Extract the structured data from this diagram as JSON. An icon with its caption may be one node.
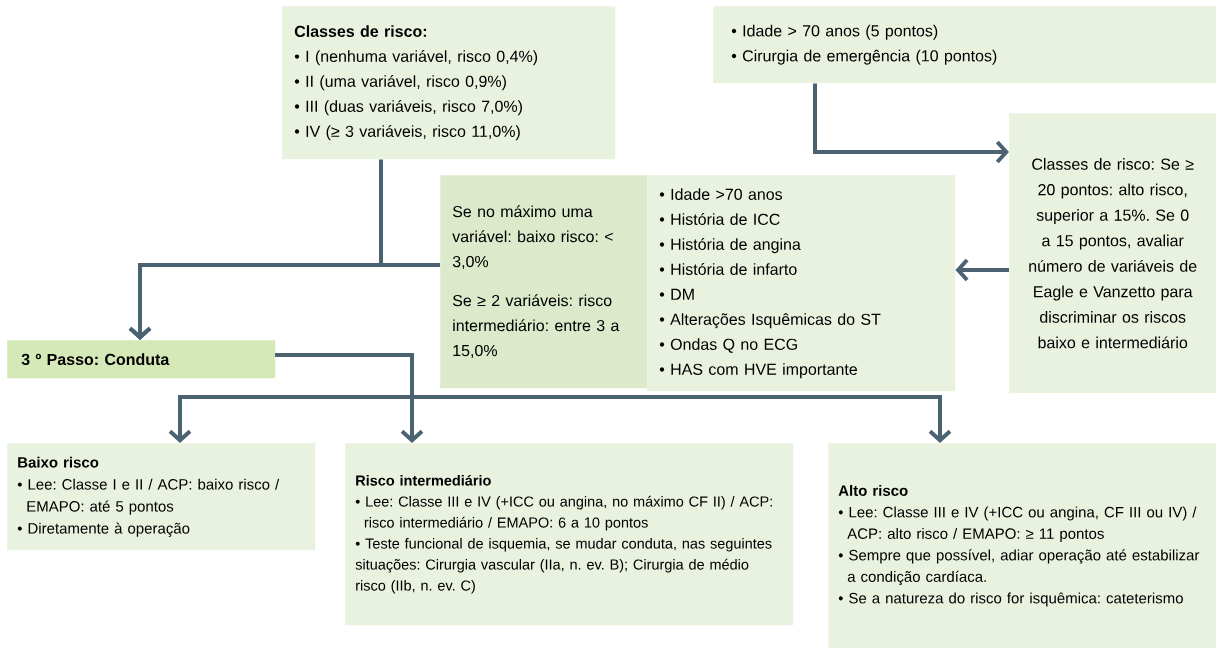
{
  "diagram": {
    "nodes": [
      {
        "text": [
          "Classes de risco:",
          "• I (nenhuma variável, risco 0,4%)",
          "• II (uma variável, risco 0,9%)",
          "• III (duas variáveis, risco 7,0%)",
          "• IV (≥ 3 variáveis, risco 11,0%)"
        ]
      },
      {
        "text": [
          "• Idade > 70 anos (5 pontos)",
          "• Cirurgia de emergência (10 pontos)"
        ]
      },
      {
        "text": [
          "Classes de risco: Se ≥ 20 pontos: alto risco, superior a 15%. Se 0 a 15 pontos, avaliar número de variáveis de Eagle e Vanzetto para discriminar os riscos baixo e intermediário"
        ]
      },
      {
        "text": [
          "Se no máximo uma variável: baixo risco: < 3,0%",
          "Se ≥ 2 variáveis: risco intermediário: entre 3 a 15,0%"
        ]
      },
      {
        "text": [
          "• Idade >70 anos",
          "• História de ICC",
          "• História de angina",
          "• História de infarto",
          "• DM",
          "• Alterações Isquêmicas do ST",
          "• Ondas Q no ECG",
          "• HAS com HVE importante"
        ]
      },
      {
        "text": [
          "3 º Passo: Conduta"
        ]
      },
      {
        "text": [
          "Baixo risco",
          "• Lee: Classe I e II / ACP: baixo risco / EMAPO: até 5 pontos",
          "• Diretamente à operação"
        ]
      },
      {
        "text": [
          "Risco intermediário",
          "• Lee: Classe III e IV (+ICC ou angina, no máximo CF II) / ACP: risco intermediário / EMAPO: 6 a 10 pontos",
          "• Teste funcional de isquemia, se mudar conduta, nas seguintes situações: Cirurgia vascular (IIa, n. ev. B); Cirurgia de médio risco (IIb, n. ev. C)"
        ]
      },
      {
        "text": [
          "Alto risco",
          "• Lee: Classe III e IV (+ICC ou angina, CF III ou IV) / ACP: alto risco / EMAPO: ≥ 11 pontos",
          "• Sempre que possível, adiar operação até estabilizar a condição cardíaca.",
          "• Se a natureza do risco for isquêmica: cateterismo"
        ]
      }
    ],
    "edges": [
      {
        "from": 0,
        "to": 5,
        "arrow": "to"
      },
      {
        "from": 3,
        "to": 5,
        "arrow": "to"
      },
      {
        "from": 1,
        "to": 2,
        "arrow": "to"
      },
      {
        "from": 2,
        "to": 4,
        "arrow": "to"
      },
      {
        "from": 5,
        "to": 6,
        "arrow": "to"
      },
      {
        "from": 5,
        "to": 7,
        "arrow": "to"
      },
      {
        "from": 5,
        "to": 8,
        "arrow": "to"
      }
    ]
  }
}
